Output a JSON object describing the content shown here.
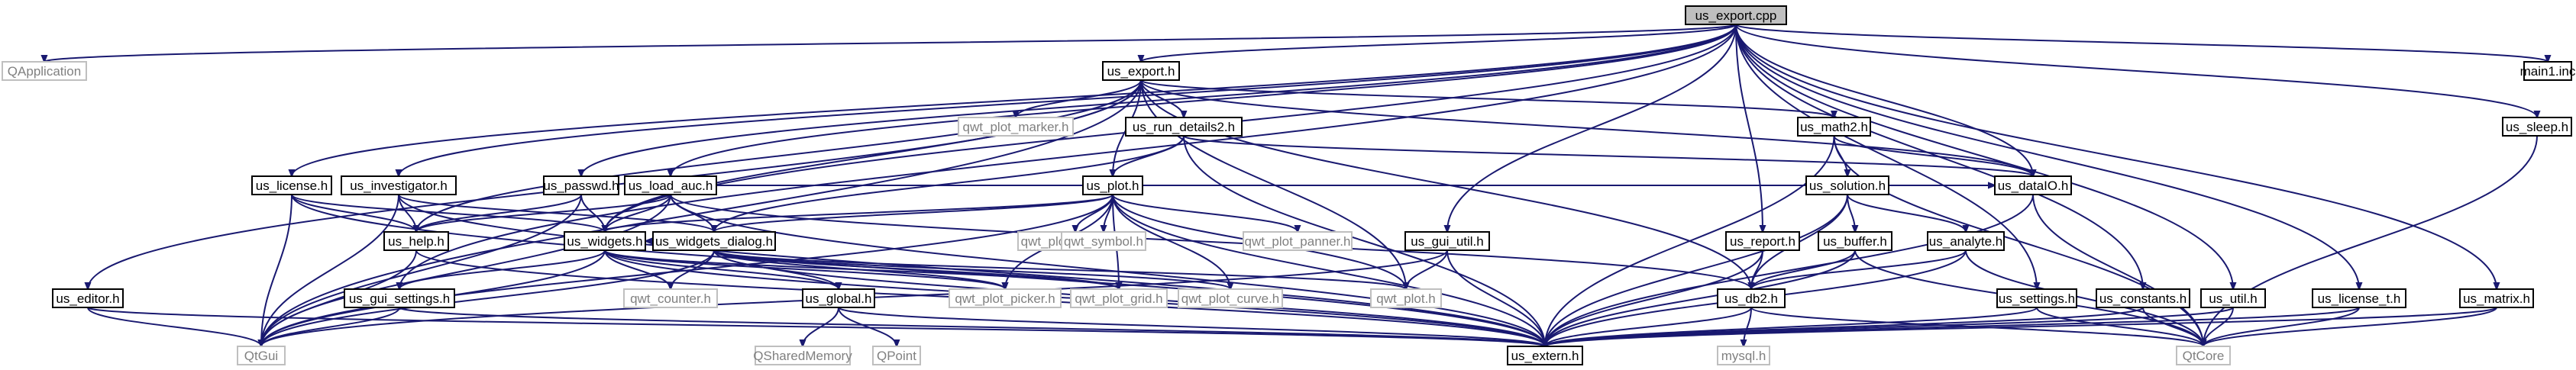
{
  "graph": {
    "nodes": [
      {
        "id": "us_export_cpp",
        "label": "us_export.cpp",
        "kind": "root"
      },
      {
        "id": "QApplication",
        "label": "QApplication",
        "kind": "external"
      },
      {
        "id": "us_export_h",
        "label": "us_export.h",
        "kind": "local"
      },
      {
        "id": "main1_inc",
        "label": "main1.inc",
        "kind": "local"
      },
      {
        "id": "qwt_plot_marker_h",
        "label": "qwt_plot_marker.h",
        "kind": "external"
      },
      {
        "id": "us_run_details2_h",
        "label": "us_run_details2.h",
        "kind": "local"
      },
      {
        "id": "us_math2_h",
        "label": "us_math2.h",
        "kind": "local"
      },
      {
        "id": "us_sleep_h",
        "label": "us_sleep.h",
        "kind": "local"
      },
      {
        "id": "us_license_h",
        "label": "us_license.h",
        "kind": "local"
      },
      {
        "id": "us_investigator_h",
        "label": "us_investigator.h",
        "kind": "local"
      },
      {
        "id": "us_passwd_h",
        "label": "us_passwd.h",
        "kind": "local"
      },
      {
        "id": "us_load_auc_h",
        "label": "us_load_auc.h",
        "kind": "local"
      },
      {
        "id": "us_plot_h",
        "label": "us_plot.h",
        "kind": "local"
      },
      {
        "id": "us_solution_h",
        "label": "us_solution.h",
        "kind": "local"
      },
      {
        "id": "us_help_h",
        "label": "us_help.h",
        "kind": "local"
      },
      {
        "id": "us_widgets_h",
        "label": "us_widgets.h",
        "kind": "local"
      },
      {
        "id": "us_widgets_dialog_h",
        "label": "us_widgets_dialog.h",
        "kind": "local"
      },
      {
        "id": "qwt_plot_zoomer_h",
        "label": "qwt_plot_zoomer.h",
        "kind": "external"
      },
      {
        "id": "qwt_symbol_h",
        "label": "qwt_symbol.h",
        "kind": "external"
      },
      {
        "id": "qwt_plot_panner_h",
        "label": "qwt_plot_panner.h",
        "kind": "external"
      },
      {
        "id": "us_gui_util_h",
        "label": "us_gui_util.h",
        "kind": "local"
      },
      {
        "id": "us_report_h",
        "label": "us_report.h",
        "kind": "local"
      },
      {
        "id": "us_buffer_h",
        "label": "us_buffer.h",
        "kind": "local"
      },
      {
        "id": "us_analyte_h",
        "label": "us_analyte.h",
        "kind": "local"
      },
      {
        "id": "us_dataIO_h",
        "label": "us_dataIO.h",
        "kind": "local"
      },
      {
        "id": "us_editor_h",
        "label": "us_editor.h",
        "kind": "local"
      },
      {
        "id": "us_gui_settings_h",
        "label": "us_gui_settings.h",
        "kind": "local"
      },
      {
        "id": "qwt_counter_h",
        "label": "qwt_counter.h",
        "kind": "external"
      },
      {
        "id": "us_global_h",
        "label": "us_global.h",
        "kind": "local"
      },
      {
        "id": "qwt_plot_picker_h",
        "label": "qwt_plot_picker.h",
        "kind": "external"
      },
      {
        "id": "qwt_plot_grid_h",
        "label": "qwt_plot_grid.h",
        "kind": "external"
      },
      {
        "id": "qwt_plot_curve_h",
        "label": "qwt_plot_curve.h",
        "kind": "external"
      },
      {
        "id": "qwt_plot_h",
        "label": "qwt_plot.h",
        "kind": "external"
      },
      {
        "id": "us_db2_h",
        "label": "us_db2.h",
        "kind": "local"
      },
      {
        "id": "us_settings_h",
        "label": "us_settings.h",
        "kind": "local"
      },
      {
        "id": "us_constants_h",
        "label": "us_constants.h",
        "kind": "local"
      },
      {
        "id": "us_util_h",
        "label": "us_util.h",
        "kind": "local"
      },
      {
        "id": "us_license_t_h",
        "label": "us_license_t.h",
        "kind": "local"
      },
      {
        "id": "us_matrix_h",
        "label": "us_matrix.h",
        "kind": "local"
      },
      {
        "id": "QtGui",
        "label": "QtGui",
        "kind": "external"
      },
      {
        "id": "QSharedMemory",
        "label": "QSharedMemory",
        "kind": "external"
      },
      {
        "id": "QPoint",
        "label": "QPoint",
        "kind": "external"
      },
      {
        "id": "us_extern_h",
        "label": "us_extern.h",
        "kind": "local"
      },
      {
        "id": "mysql_h",
        "label": "mysql.h",
        "kind": "external"
      },
      {
        "id": "QtCore",
        "label": "QtCore",
        "kind": "external"
      }
    ],
    "edges": [
      [
        "us_export_cpp",
        "QApplication"
      ],
      [
        "us_export_cpp",
        "us_export_h"
      ],
      [
        "us_export_cpp",
        "main1_inc"
      ],
      [
        "us_export_cpp",
        "us_sleep_h"
      ],
      [
        "us_export_cpp",
        "us_license_t_h"
      ],
      [
        "us_export_cpp",
        "us_license_h"
      ],
      [
        "us_export_cpp",
        "us_investigator_h"
      ],
      [
        "us_export_cpp",
        "us_passwd_h"
      ],
      [
        "us_export_cpp",
        "us_load_auc_h"
      ],
      [
        "us_export_cpp",
        "us_gui_util_h"
      ],
      [
        "us_export_cpp",
        "us_report_h"
      ],
      [
        "us_export_cpp",
        "us_gui_settings_h"
      ],
      [
        "us_export_cpp",
        "us_settings_h"
      ],
      [
        "us_export_cpp",
        "us_constants_h"
      ],
      [
        "us_export_cpp",
        "us_util_h"
      ],
      [
        "us_export_cpp",
        "us_matrix_h"
      ],
      [
        "us_export_cpp",
        "us_dataIO_h"
      ],
      [
        "us_export_cpp",
        "us_widgets_h"
      ],
      [
        "us_export_h",
        "qwt_plot_marker_h"
      ],
      [
        "us_export_h",
        "us_run_details2_h"
      ],
      [
        "us_export_h",
        "us_math2_h"
      ],
      [
        "us_export_h",
        "us_plot_h"
      ],
      [
        "us_export_h",
        "us_help_h"
      ],
      [
        "us_export_h",
        "us_editor_h"
      ],
      [
        "us_export_h",
        "us_widgets_h"
      ],
      [
        "us_export_h",
        "us_dataIO_h"
      ],
      [
        "us_export_h",
        "us_db2_h"
      ],
      [
        "us_export_h",
        "QtGui"
      ],
      [
        "us_export_h",
        "qwt_plot_h"
      ],
      [
        "us_run_details2_h",
        "us_plot_h"
      ],
      [
        "us_run_details2_h",
        "us_widgets_dialog_h"
      ],
      [
        "us_run_details2_h",
        "us_dataIO_h"
      ],
      [
        "us_run_details2_h",
        "us_extern_h"
      ],
      [
        "us_math2_h",
        "us_solution_h"
      ],
      [
        "us_math2_h",
        "us_dataIO_h"
      ],
      [
        "us_math2_h",
        "us_extern_h"
      ],
      [
        "us_math2_h",
        "QtCore"
      ],
      [
        "us_sleep_h",
        "QtCore"
      ],
      [
        "us_license_h",
        "us_help_h"
      ],
      [
        "us_license_h",
        "us_widgets_h"
      ],
      [
        "us_license_h",
        "QtGui"
      ],
      [
        "us_license_h",
        "us_extern_h"
      ],
      [
        "us_investigator_h",
        "us_help_h"
      ],
      [
        "us_investigator_h",
        "us_widgets_dialog_h"
      ],
      [
        "us_investigator_h",
        "QtGui"
      ],
      [
        "us_investigator_h",
        "us_extern_h"
      ],
      [
        "us_passwd_h",
        "us_widgets_h"
      ],
      [
        "us_passwd_h",
        "us_help_h"
      ],
      [
        "us_passwd_h",
        "QtGui"
      ],
      [
        "us_load_auc_h",
        "us_help_h"
      ],
      [
        "us_load_auc_h",
        "us_widgets_h"
      ],
      [
        "us_load_auc_h",
        "us_widgets_dialog_h"
      ],
      [
        "us_load_auc_h",
        "us_dataIO_h"
      ],
      [
        "us_load_auc_h",
        "us_db2_h"
      ],
      [
        "us_load_auc_h",
        "us_extern_h"
      ],
      [
        "us_load_auc_h",
        "QtGui"
      ],
      [
        "us_plot_h",
        "us_widgets_dialog_h"
      ],
      [
        "us_plot_h",
        "us_widgets_h"
      ],
      [
        "us_plot_h",
        "qwt_plot_zoomer_h"
      ],
      [
        "us_plot_h",
        "qwt_symbol_h"
      ],
      [
        "us_plot_h",
        "qwt_plot_panner_h"
      ],
      [
        "us_plot_h",
        "qwt_plot_picker_h"
      ],
      [
        "us_plot_h",
        "qwt_plot_grid_h"
      ],
      [
        "us_plot_h",
        "qwt_plot_curve_h"
      ],
      [
        "us_plot_h",
        "qwt_plot_h"
      ],
      [
        "us_plot_h",
        "us_extern_h"
      ],
      [
        "us_plot_h",
        "QtGui"
      ],
      [
        "us_solution_h",
        "us_buffer_h"
      ],
      [
        "us_solution_h",
        "us_analyte_h"
      ],
      [
        "us_solution_h",
        "us_dataIO_h"
      ],
      [
        "us_solution_h",
        "us_db2_h"
      ],
      [
        "us_solution_h",
        "us_extern_h"
      ],
      [
        "us_help_h",
        "QtGui"
      ],
      [
        "us_help_h",
        "us_extern_h"
      ],
      [
        "us_widgets_h",
        "us_gui_settings_h"
      ],
      [
        "us_widgets_h",
        "qwt_counter_h"
      ],
      [
        "us_widgets_h",
        "us_global_h"
      ],
      [
        "us_widgets_h",
        "qwt_plot_picker_h"
      ],
      [
        "us_widgets_h",
        "qwt_plot_grid_h"
      ],
      [
        "us_widgets_h",
        "us_extern_h"
      ],
      [
        "us_widgets_h",
        "QtGui"
      ],
      [
        "us_widgets_dialog_h",
        "us_widgets_h"
      ],
      [
        "us_widgets_dialog_h",
        "qwt_counter_h"
      ],
      [
        "us_widgets_dialog_h",
        "us_global_h"
      ],
      [
        "us_widgets_dialog_h",
        "qwt_plot_picker_h"
      ],
      [
        "us_widgets_dialog_h",
        "qwt_plot_grid_h"
      ],
      [
        "us_widgets_dialog_h",
        "qwt_plot_curve_h"
      ],
      [
        "us_widgets_dialog_h",
        "qwt_plot_h"
      ],
      [
        "us_widgets_dialog_h",
        "us_extern_h"
      ],
      [
        "us_widgets_dialog_h",
        "QtGui"
      ],
      [
        "us_gui_util_h",
        "qwt_plot_h"
      ],
      [
        "us_gui_util_h",
        "us_extern_h"
      ],
      [
        "us_gui_util_h",
        "QtGui"
      ],
      [
        "us_report_h",
        "us_db2_h"
      ],
      [
        "us_report_h",
        "us_extern_h"
      ],
      [
        "us_buffer_h",
        "us_db2_h"
      ],
      [
        "us_buffer_h",
        "us_extern_h"
      ],
      [
        "us_buffer_h",
        "QtCore"
      ],
      [
        "us_analyte_h",
        "us_db2_h"
      ],
      [
        "us_analyte_h",
        "us_extern_h"
      ],
      [
        "us_analyte_h",
        "QtCore"
      ],
      [
        "us_dataIO_h",
        "us_extern_h"
      ],
      [
        "us_dataIO_h",
        "QtCore"
      ],
      [
        "us_editor_h",
        "QtGui"
      ],
      [
        "us_editor_h",
        "us_extern_h"
      ],
      [
        "us_gui_settings_h",
        "QtGui"
      ],
      [
        "us_gui_settings_h",
        "us_extern_h"
      ],
      [
        "us_global_h",
        "QSharedMemory"
      ],
      [
        "us_global_h",
        "QPoint"
      ],
      [
        "us_global_h",
        "us_extern_h"
      ],
      [
        "us_db2_h",
        "mysql_h"
      ],
      [
        "us_db2_h",
        "us_extern_h"
      ],
      [
        "us_db2_h",
        "QtCore"
      ],
      [
        "us_settings_h",
        "us_extern_h"
      ],
      [
        "us_settings_h",
        "QtCore"
      ],
      [
        "us_constants_h",
        "us_extern_h"
      ],
      [
        "us_constants_h",
        "QtCore"
      ],
      [
        "us_util_h",
        "us_extern_h"
      ],
      [
        "us_util_h",
        "QtCore"
      ],
      [
        "us_license_t_h",
        "us_extern_h"
      ],
      [
        "us_license_t_h",
        "QtCore"
      ],
      [
        "us_matrix_h",
        "us_extern_h"
      ],
      [
        "us_matrix_h",
        "QtCore"
      ]
    ]
  }
}
